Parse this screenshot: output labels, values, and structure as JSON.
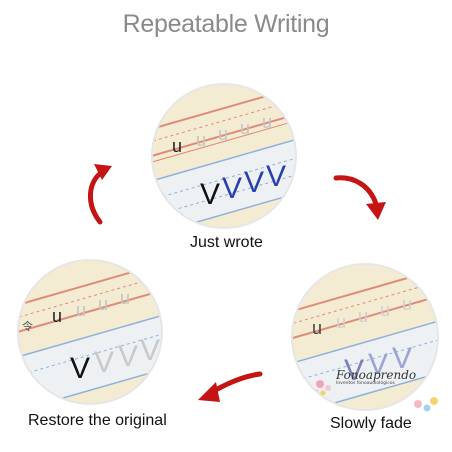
{
  "title": "Repeatable Writing",
  "steps": [
    {
      "caption": "Just wrote",
      "letters": [
        "u",
        "V"
      ]
    },
    {
      "caption": "Slowly fade",
      "letters": [
        "u",
        "V"
      ]
    },
    {
      "caption": "Restore the original",
      "letters": [
        "u",
        "V"
      ]
    }
  ],
  "brand": {
    "name": "Fonoaprendo",
    "tagline": "Inventos fonoaudiológicos"
  },
  "colors": {
    "arrow": "#c41414",
    "paper": "#f3ecd2",
    "guide_red": "#e08a7c",
    "guide_blue": "#8fb0dc",
    "ink_blue": "#2a3fae"
  },
  "icons": [
    "curved-arrow-icon",
    "stroke-order-icon",
    "flower-icon"
  ]
}
